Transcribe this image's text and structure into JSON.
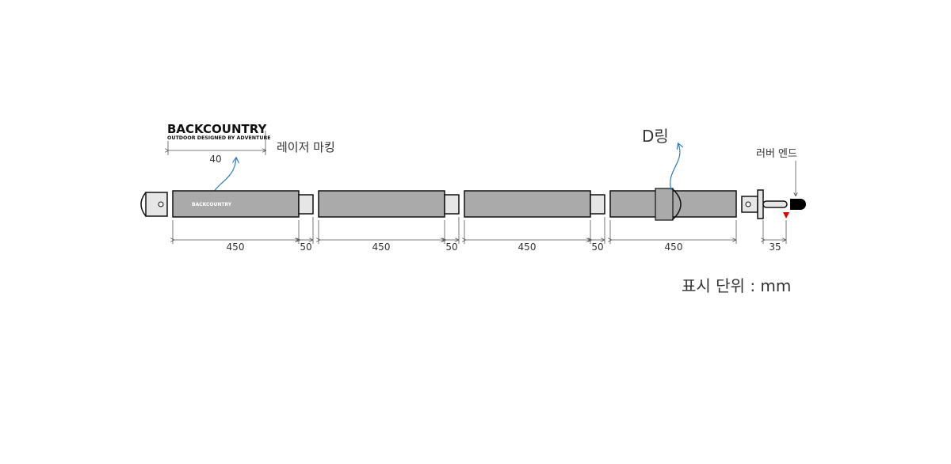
{
  "logo": {
    "brand": "BACKCOUNTRY",
    "tagline": "OUTDOOR DESIGNED BY ADVENTURE"
  },
  "labels": {
    "laser_marking": "레이저 마킹",
    "d_ring": "D링",
    "rubber_end": "러버 엔드",
    "unit": "표시 단위 : mm"
  },
  "dimensions": {
    "logo_width": "40",
    "segments": [
      "450",
      "450",
      "450",
      "450"
    ],
    "connectors": [
      "50",
      "50",
      "50"
    ],
    "tip": "35"
  },
  "colors": {
    "segment": "#aaaaaa",
    "arrow": "#2b7bc0",
    "marker": "#e00000"
  }
}
